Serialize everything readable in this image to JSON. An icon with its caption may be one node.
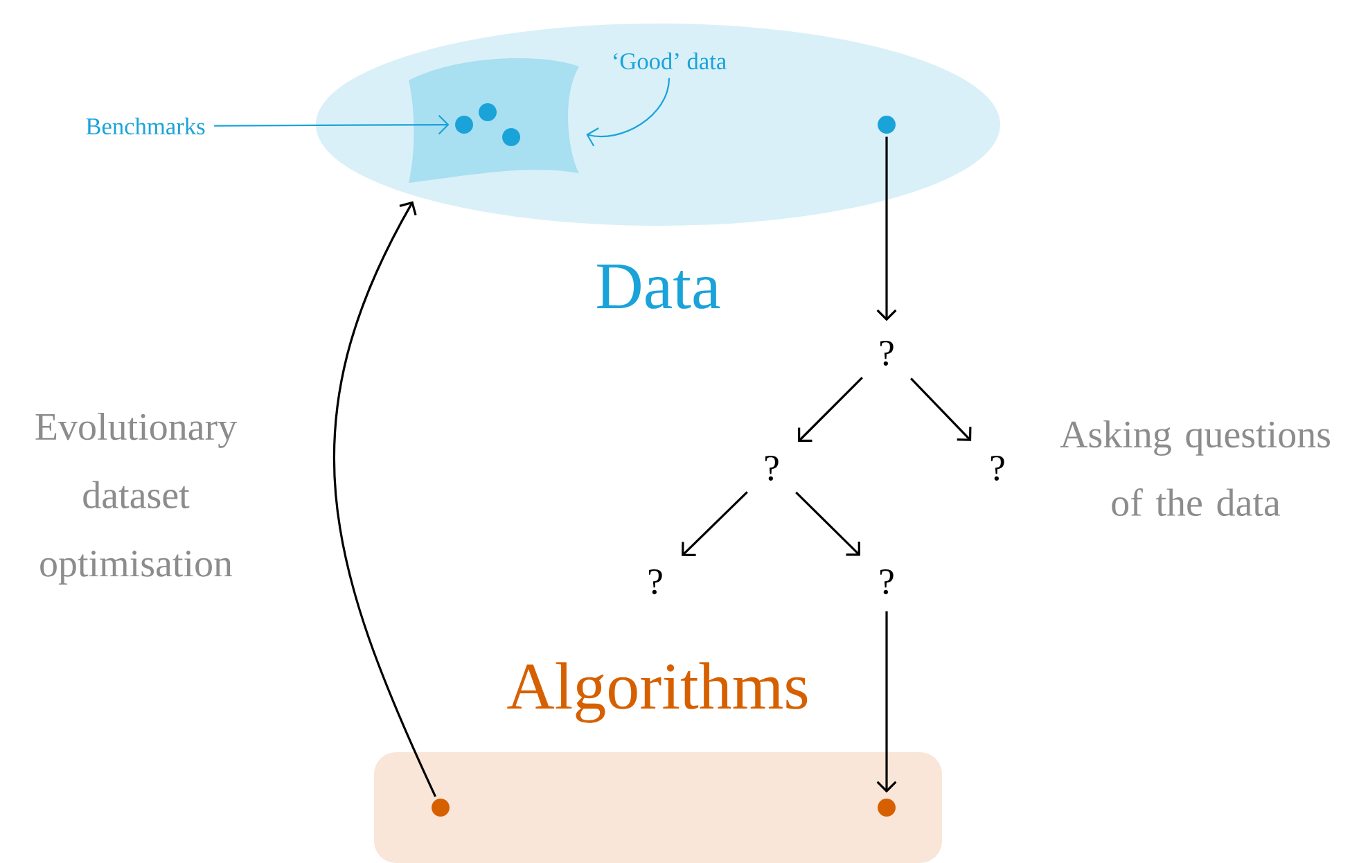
{
  "diagram": {
    "nodes": [
      {
        "text": [
          "Data"
        ]
      },
      {
        "text": [],
        "shape": "box",
        "in": 0
      },
      {
        "text": [],
        "shape": "circle",
        "in": 1
      },
      {
        "text": [],
        "shape": "circle",
        "in": 1
      },
      {
        "text": [],
        "shape": "circle",
        "in": 1
      },
      {
        "text": [
          "Benchmarks"
        ]
      },
      {
        "text": [
          "‘Good’ data"
        ],
        "in": 0
      },
      {
        "text": [],
        "shape": "circle",
        "in": 0
      },
      {
        "text": [
          "?"
        ]
      },
      {
        "text": [
          "?"
        ]
      },
      {
        "text": [
          "?"
        ]
      },
      {
        "text": [
          "?"
        ]
      },
      {
        "text": [
          "?"
        ]
      },
      {
        "text": [
          "Algorithms"
        ]
      },
      {
        "text": [],
        "shape": "circle",
        "in": 13
      },
      {
        "text": [],
        "shape": "circle",
        "in": 13
      }
    ],
    "edges": [
      {
        "from": 5,
        "to": 2,
        "arrow": "to",
        "color": "#1aa3d9"
      },
      {
        "from": 6,
        "to": 1,
        "arrow": "to",
        "color": "#1aa3d9"
      },
      {
        "from": 7,
        "to": 8,
        "arrow": "to"
      },
      {
        "from": 8,
        "to": 9,
        "arrow": "to"
      },
      {
        "from": 8,
        "to": 10,
        "arrow": "to"
      },
      {
        "from": 9,
        "to": 11,
        "arrow": "to"
      },
      {
        "from": 9,
        "to": 12,
        "arrow": "to"
      },
      {
        "from": 12,
        "to": 15,
        "arrow": "to"
      },
      {
        "from": 14,
        "to": 0,
        "arrow": "to"
      }
    ],
    "labels": [
      "Evolutionary dataset optimisation",
      "Asking questions of the data"
    ]
  }
}
